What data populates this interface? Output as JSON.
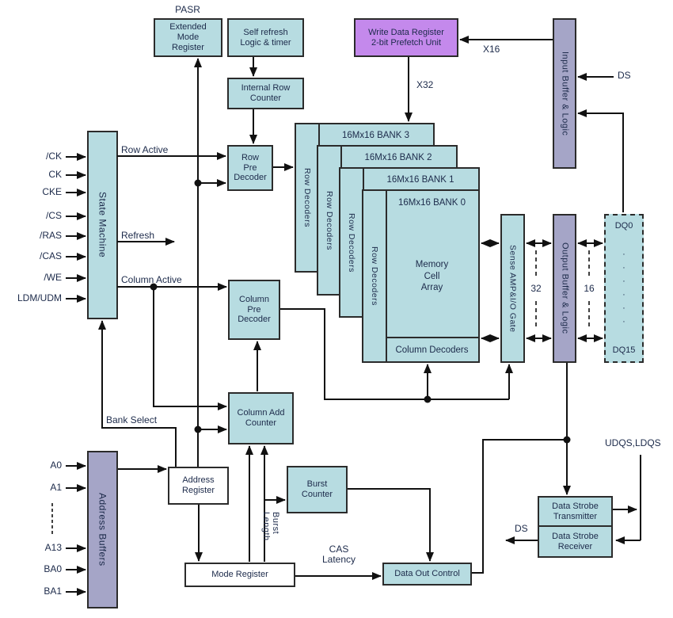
{
  "colors": {
    "teal": "#b7dce1",
    "purple": "#a5a5c7",
    "violet": "#c489ec",
    "line": "#111111",
    "text": "#1c2a4a"
  },
  "blocks": {
    "pasr": "PASR",
    "extended_mode_register": "Extended\nMode\nRegister",
    "self_refresh": "Self refresh\nLogic & timer",
    "internal_row_counter": "Internal Row\nCounter",
    "row_pre_decoder": "Row\nPre\nDecoder",
    "state_machine": "State Machine",
    "column_pre_decoder": "Column\nPre\nDecoder",
    "column_add_counter": "Column Add\nCounter",
    "burst_counter": "Burst\nCounter",
    "address_register": "Address\nRegister",
    "mode_register": "Mode Register",
    "data_out_control": "Data Out Control",
    "address_buffers": "Address Buffers",
    "input_buffer": "Input Buffer & Logic",
    "output_buffer": "Output Buffer & Logic",
    "sense_amp": "Sense AMP&I/O Gate",
    "write_data_register": "Write Data Register\n2-bit Prefetch Unit",
    "data_strobe_transmitter": "Data Strobe\nTransmitter",
    "data_strobe_receiver": "Data Strobe\nReceiver",
    "memory_cell_array": "Memory\nCell\nArray",
    "column_decoders": "Column Decoders"
  },
  "banks": [
    {
      "label": "16Mx16 BANK 3",
      "row_decoders": "Row Decoders"
    },
    {
      "label": "16Mx16 BANK 2",
      "row_decoders": "Row Decoders"
    },
    {
      "label": "16Mx16 BANK 1",
      "row_decoders": "Row Decoders"
    },
    {
      "label": "16Mx16 BANK 0",
      "row_decoders": "Row Decoders"
    }
  ],
  "signal_labels": {
    "row_active": "Row Active",
    "refresh": "Refresh",
    "column_active": "Column Active",
    "bank_select": "Bank Select",
    "burst_length": "Burst\nLength",
    "cas_latency": "CAS\nLatency",
    "x16": "X16",
    "x32": "X32",
    "ds_in": "DS",
    "ds_out": "DS",
    "udqs_ldqs": "UDQS,LDQS",
    "bus32": "32",
    "bus16": "16"
  },
  "pins": {
    "clock_inputs": [
      "/CK",
      "CK",
      "CKE",
      "/CS",
      "/RAS",
      "/CAS",
      "/WE",
      "LDM/UDM"
    ],
    "address_inputs": [
      "A0",
      "A1",
      "A13",
      "BA0",
      "BA1"
    ],
    "dq_top": "DQ0",
    "dq_dots": "·\n·\n·\n·\n·\n·",
    "dq_bottom": "DQ15"
  }
}
